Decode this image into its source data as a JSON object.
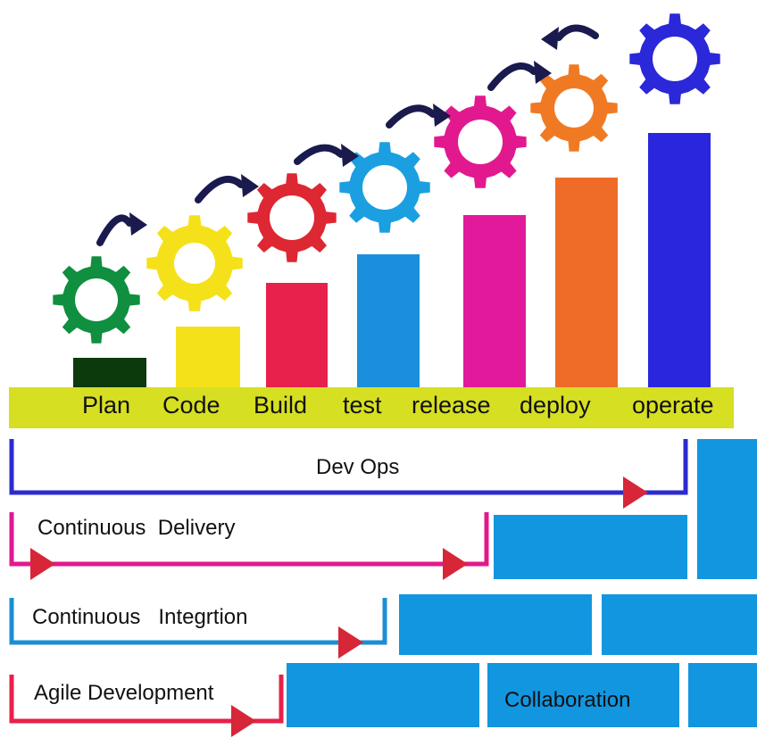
{
  "stages": [
    {
      "label": "Plan",
      "color": "#0f8f3f",
      "bar_color": "#0c3a0c",
      "direction": "forward"
    },
    {
      "label": "Code",
      "color": "#f5e11a",
      "bar_color": "#f5e11a",
      "direction": "forward"
    },
    {
      "label": "Build",
      "color": "#dd2732",
      "bar_color": "#e8204c",
      "direction": "forward"
    },
    {
      "label": "test",
      "color": "#1b9fe0",
      "bar_color": "#1b8fdc",
      "direction": "forward"
    },
    {
      "label": "release",
      "color": "#e2198e",
      "bar_color": "#e2199a",
      "direction": "forward"
    },
    {
      "label": "deploy",
      "color": "#f07a24",
      "bar_color": "#ef6c28",
      "direction": "back"
    },
    {
      "label": "operate",
      "color": "#2a28d8",
      "bar_color": "#2a26dd",
      "direction": "none"
    }
  ],
  "stage_band_color": "#d6df22",
  "arrow_color": "#1a1a4e",
  "methodologies": [
    {
      "label": "Dev Ops",
      "color": "#2b2bd0"
    },
    {
      "label": "Continuous  Delivery",
      "color": "#e1198c"
    },
    {
      "label": "Continuous   Integrtion",
      "color": "#1b8fd2"
    },
    {
      "label": "Agile Development",
      "color": "#e8204a"
    }
  ],
  "marker_color": "#d72638",
  "brick_color": "#1296e0",
  "bricks": {
    "collaboration_label": "Collaboration"
  }
}
